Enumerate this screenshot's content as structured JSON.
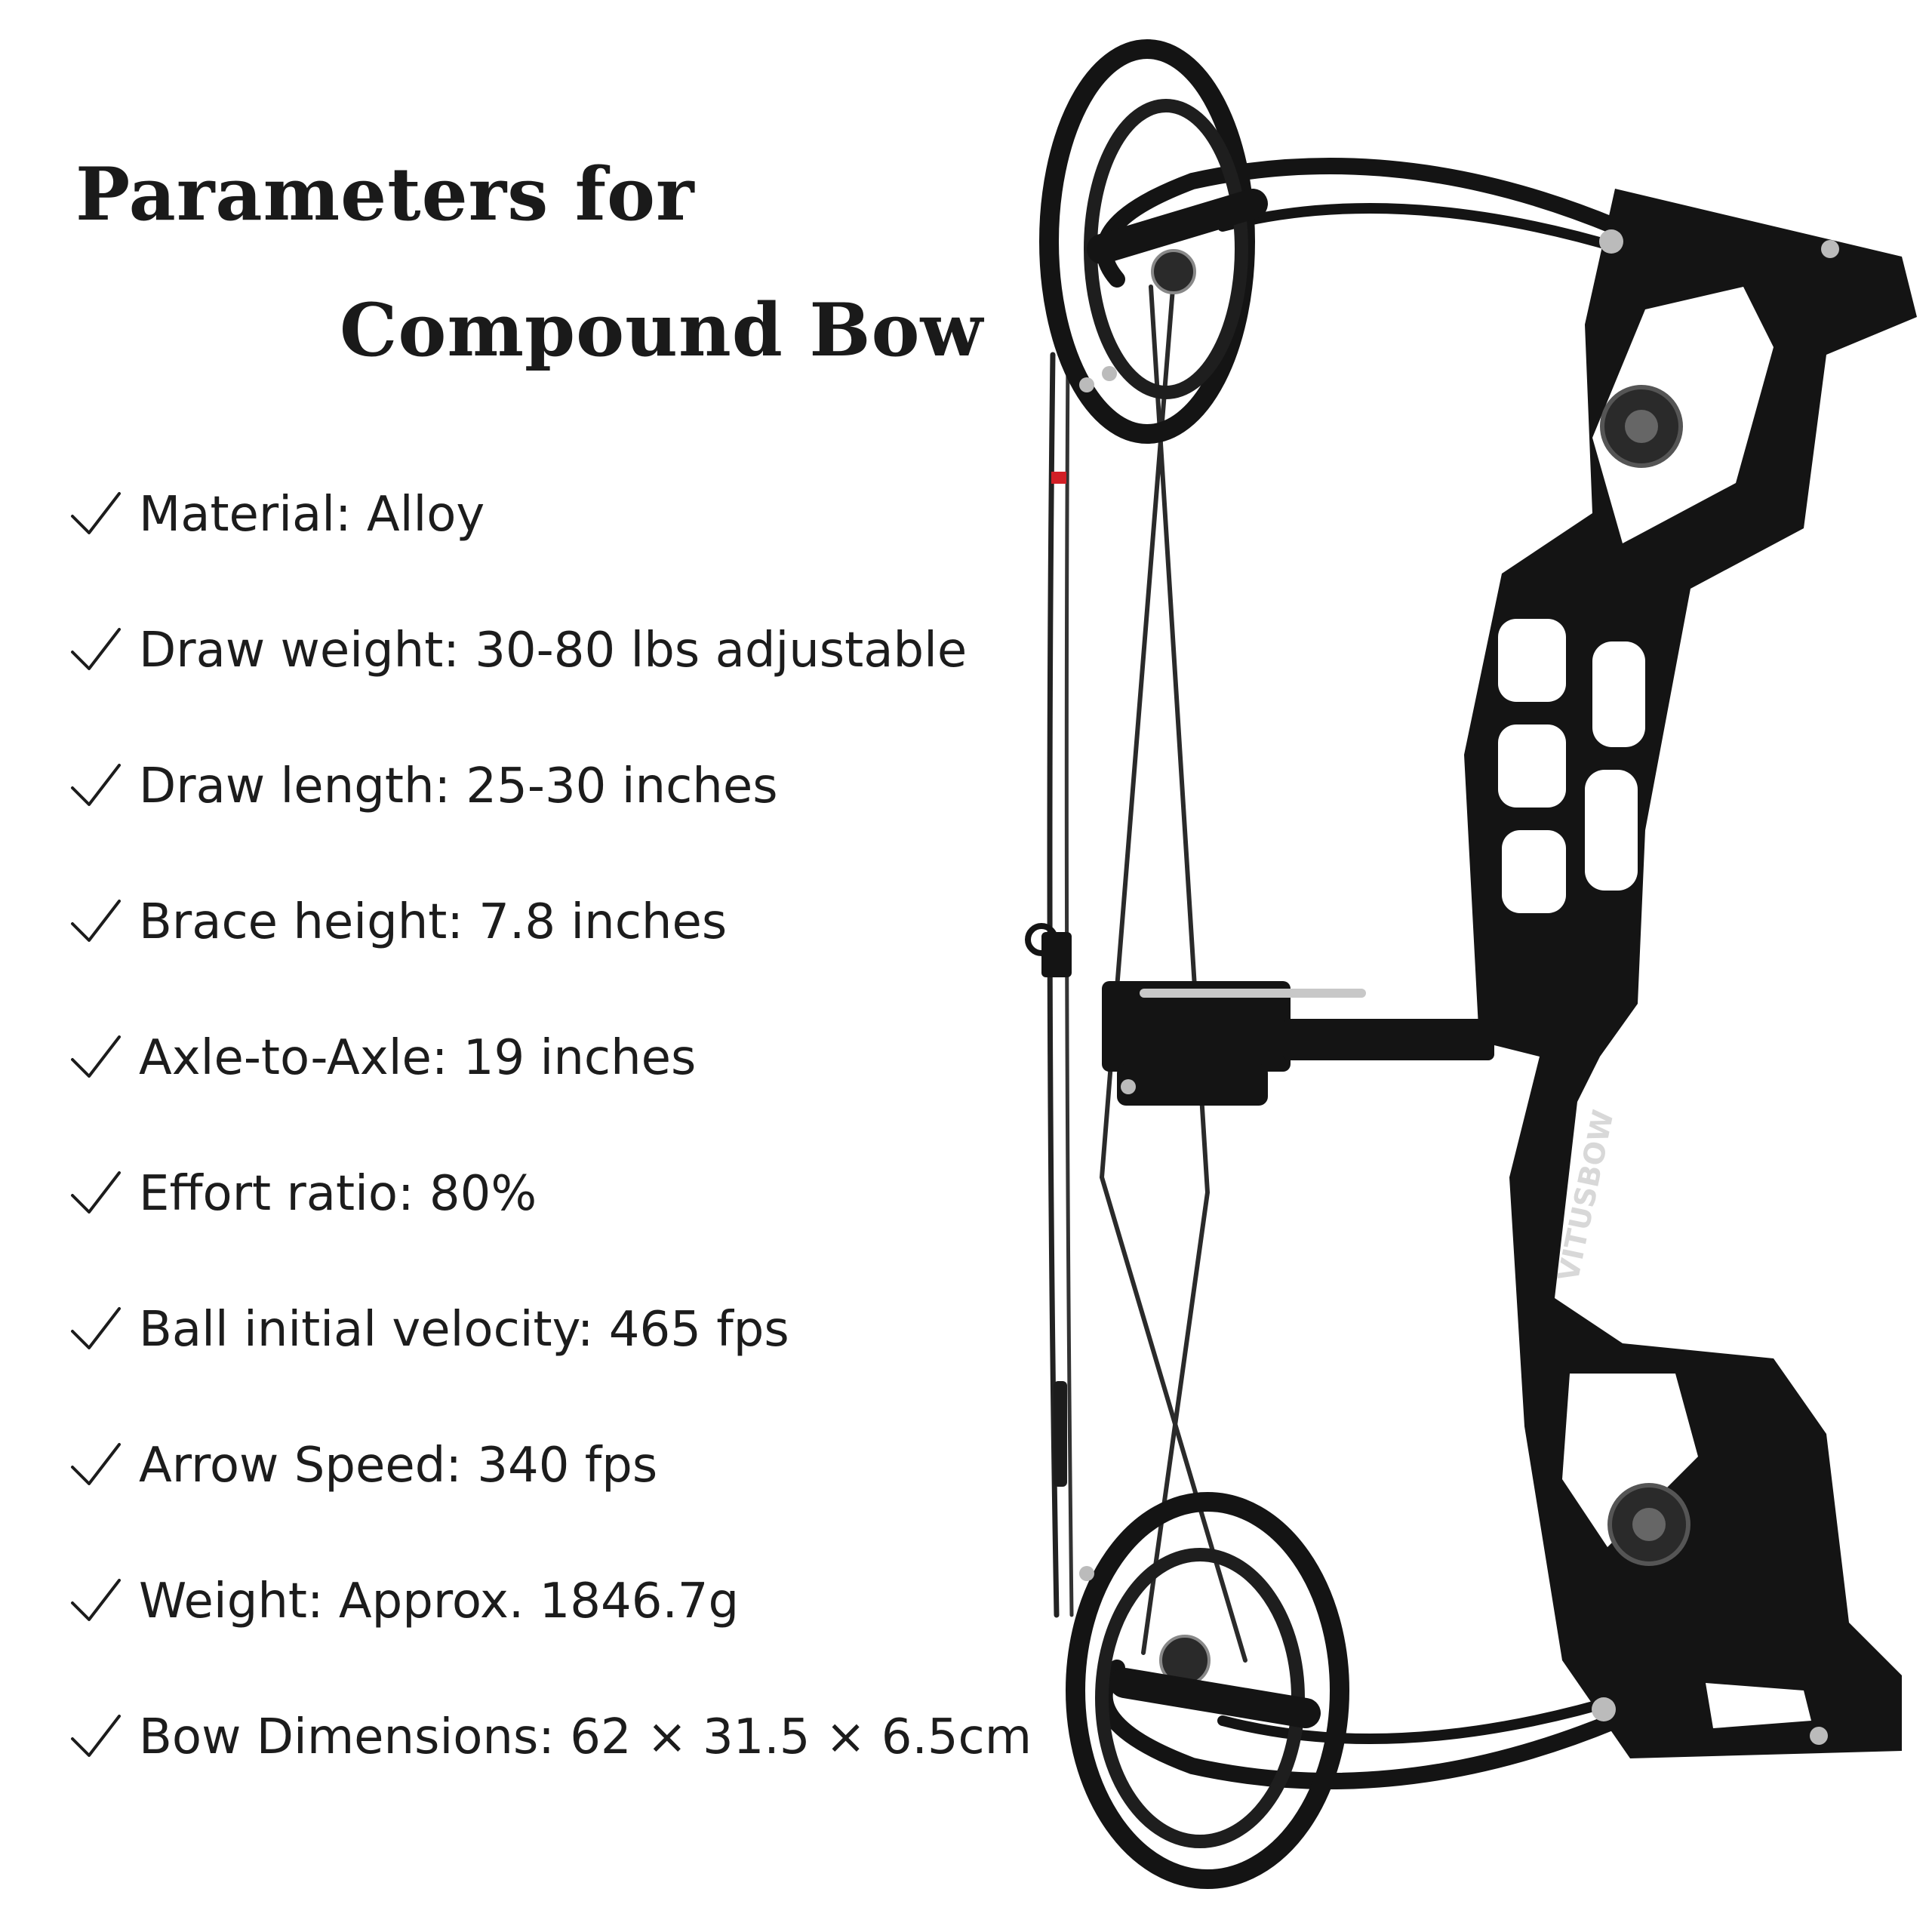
{
  "title": {
    "line1": "Parameters for",
    "line2": "Compound Bow"
  },
  "specs": [
    "Material: Alloy",
    "Draw weight: 30-80 lbs adjustable",
    "Draw length: 25-30 inches",
    "Brace height: 7.8 inches",
    "Axle-to-Axle: 19 inches",
    "Effort ratio: 80%",
    "Ball initial velocity: 465 fps",
    "Arrow Speed: 340 fps",
    "Weight: Approx. 1846.7g",
    "Bow Dimensions: 62 × 31.5 × 6.5cm"
  ],
  "bow": {
    "brand_logo": "VITUSBOW",
    "colors": {
      "bow_body": "#141414",
      "accent_red": "#d21f26",
      "background": "#ffffff"
    }
  },
  "icons": {
    "check": "checkmark-icon"
  }
}
